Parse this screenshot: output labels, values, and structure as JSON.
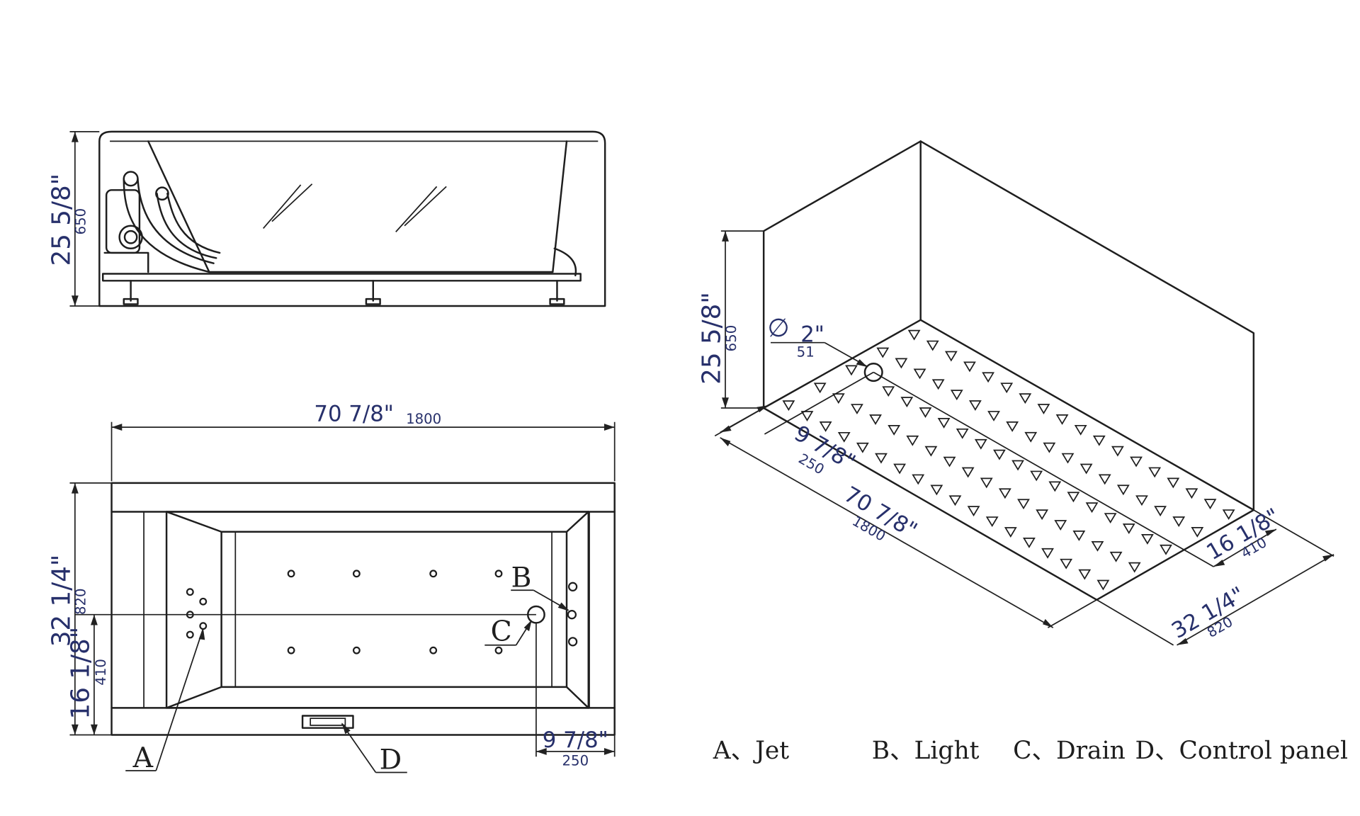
{
  "side_view": {
    "height_in": "25 5/8\"",
    "height_mm": "650"
  },
  "top_view": {
    "length_in": "70 7/8\"",
    "length_mm": "1800",
    "width_in": "32 1/4\"",
    "width_mm": "820",
    "drain_offset_in": "16 1/8\"",
    "drain_offset_mm": "410",
    "drain_edge_in": "9 7/8\"",
    "drain_edge_mm": "250",
    "label_a": "A",
    "label_b": "B",
    "label_c": "C",
    "label_d": "D"
  },
  "iso_view": {
    "height_in": "25 5/8\"",
    "height_mm": "650",
    "drain_symbol": "∅",
    "drain_dia_in": "2\"",
    "drain_dia_mm": "51",
    "drain_edge_in": "9 7/8\"",
    "drain_edge_mm": "250",
    "length_in": "70 7/8\"",
    "length_mm": "1800",
    "drain_offset_in": "16 1/8\"",
    "drain_offset_mm": "410",
    "width_in": "32 1/4\"",
    "width_mm": "820"
  },
  "legend": {
    "a": "A、Jet",
    "b": "B、Light",
    "c": "C、Drain",
    "d": "D、Control panel"
  }
}
